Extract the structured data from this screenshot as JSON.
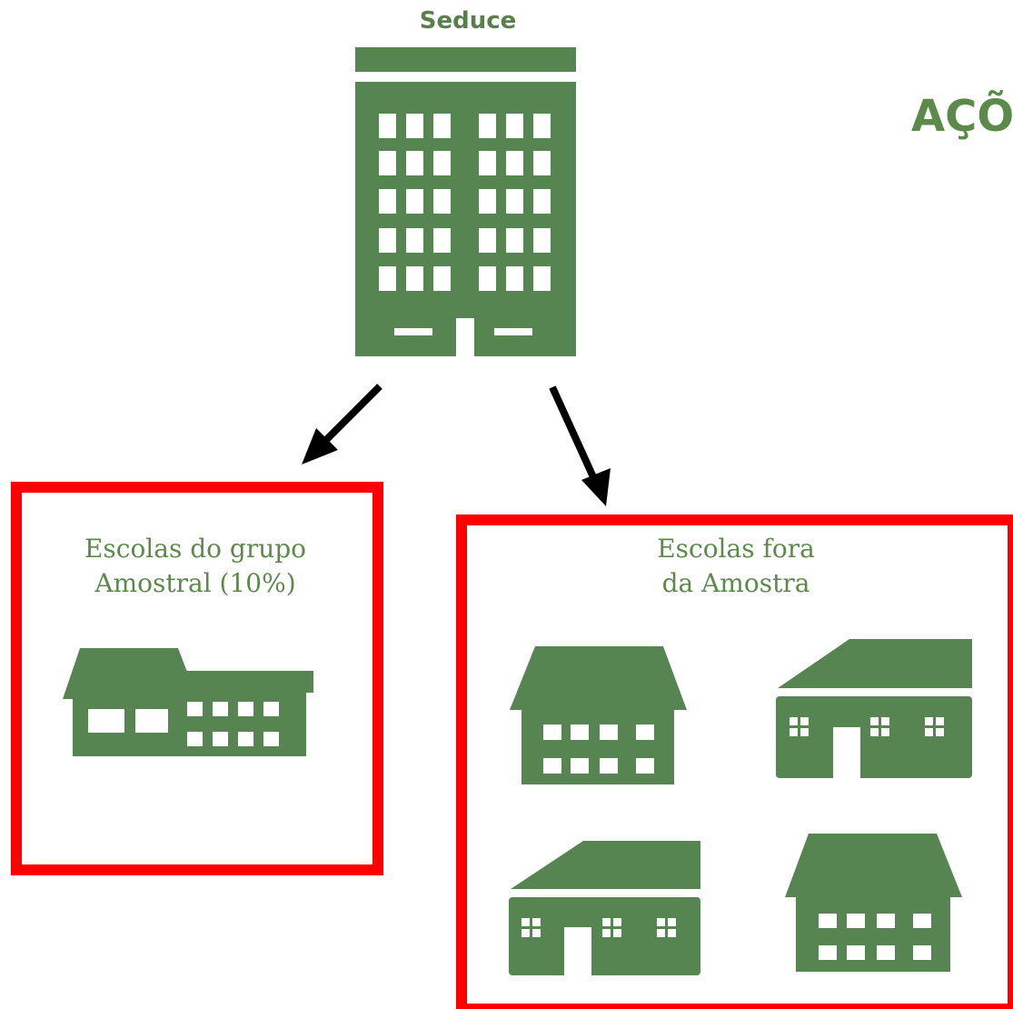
{
  "diagram": {
    "top_label": "Seduce",
    "heading_partial": "AÇÕ",
    "left_group": {
      "label": "Escolas do grupo\nAmostral (10%)"
    },
    "right_group": {
      "label": "Escolas fora\nda Amostra"
    },
    "colors": {
      "building_green": "#568551",
      "frame_red": "#ff0000",
      "arrow_black": "#000000",
      "label_green": "#5d8a4c"
    },
    "icons": {
      "top": "office-building-icon",
      "left_group": [
        "school-building-icon"
      ],
      "right_group": [
        "house-icon",
        "low-building-icon",
        "low-building-icon",
        "house-icon"
      ]
    }
  }
}
